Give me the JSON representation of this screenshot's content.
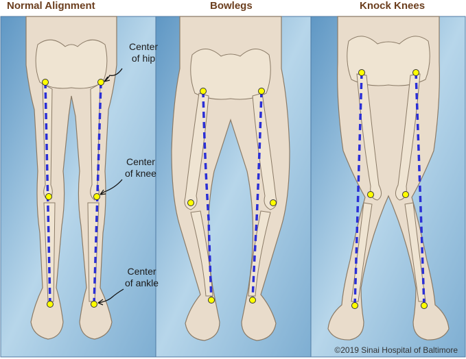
{
  "panels": [
    {
      "title": "Normal Alignment"
    },
    {
      "title": "Bowlegs"
    },
    {
      "title": "Knock Knees"
    }
  ],
  "callouts": {
    "hip": [
      "Center",
      "of hip"
    ],
    "knee": [
      "Center",
      "of knee"
    ],
    "ankle": [
      "Center",
      "of ankle"
    ]
  },
  "copyright": "©2019 Sinai Hospital of Baltimore",
  "colors": {
    "background_light": "#c8e0ef",
    "background_dark": "#6a9fc8",
    "skin": "#e9dccb",
    "bone": "#efe4d2",
    "outline": "#8a7a66",
    "alignment_line": "#2b2fd6",
    "joint_marker": "#ffff00",
    "title": "#6b3e1e"
  }
}
